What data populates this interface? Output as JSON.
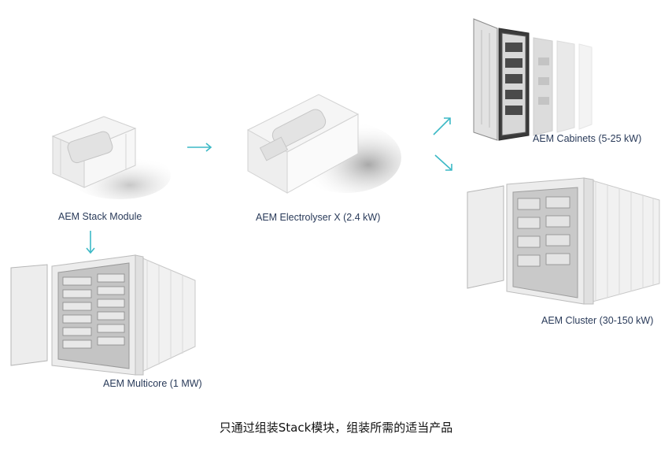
{
  "products": {
    "stack_module": {
      "label": "AEM Stack Module"
    },
    "electrolyser": {
      "label": "AEM Electrolyser X (2.4 kW)"
    },
    "cabinets": {
      "label": "AEM Cabinets (5-25 kW)"
    },
    "cluster": {
      "label": "AEM Cluster (30-150 kW)"
    },
    "multicore": {
      "label": "AEM Multicore (1 MW)"
    }
  },
  "caption": "只通过组装Stack模块，组装所需的适当产品",
  "colors": {
    "arrow": "#3cb9c6",
    "label": "#2a3b5a"
  }
}
